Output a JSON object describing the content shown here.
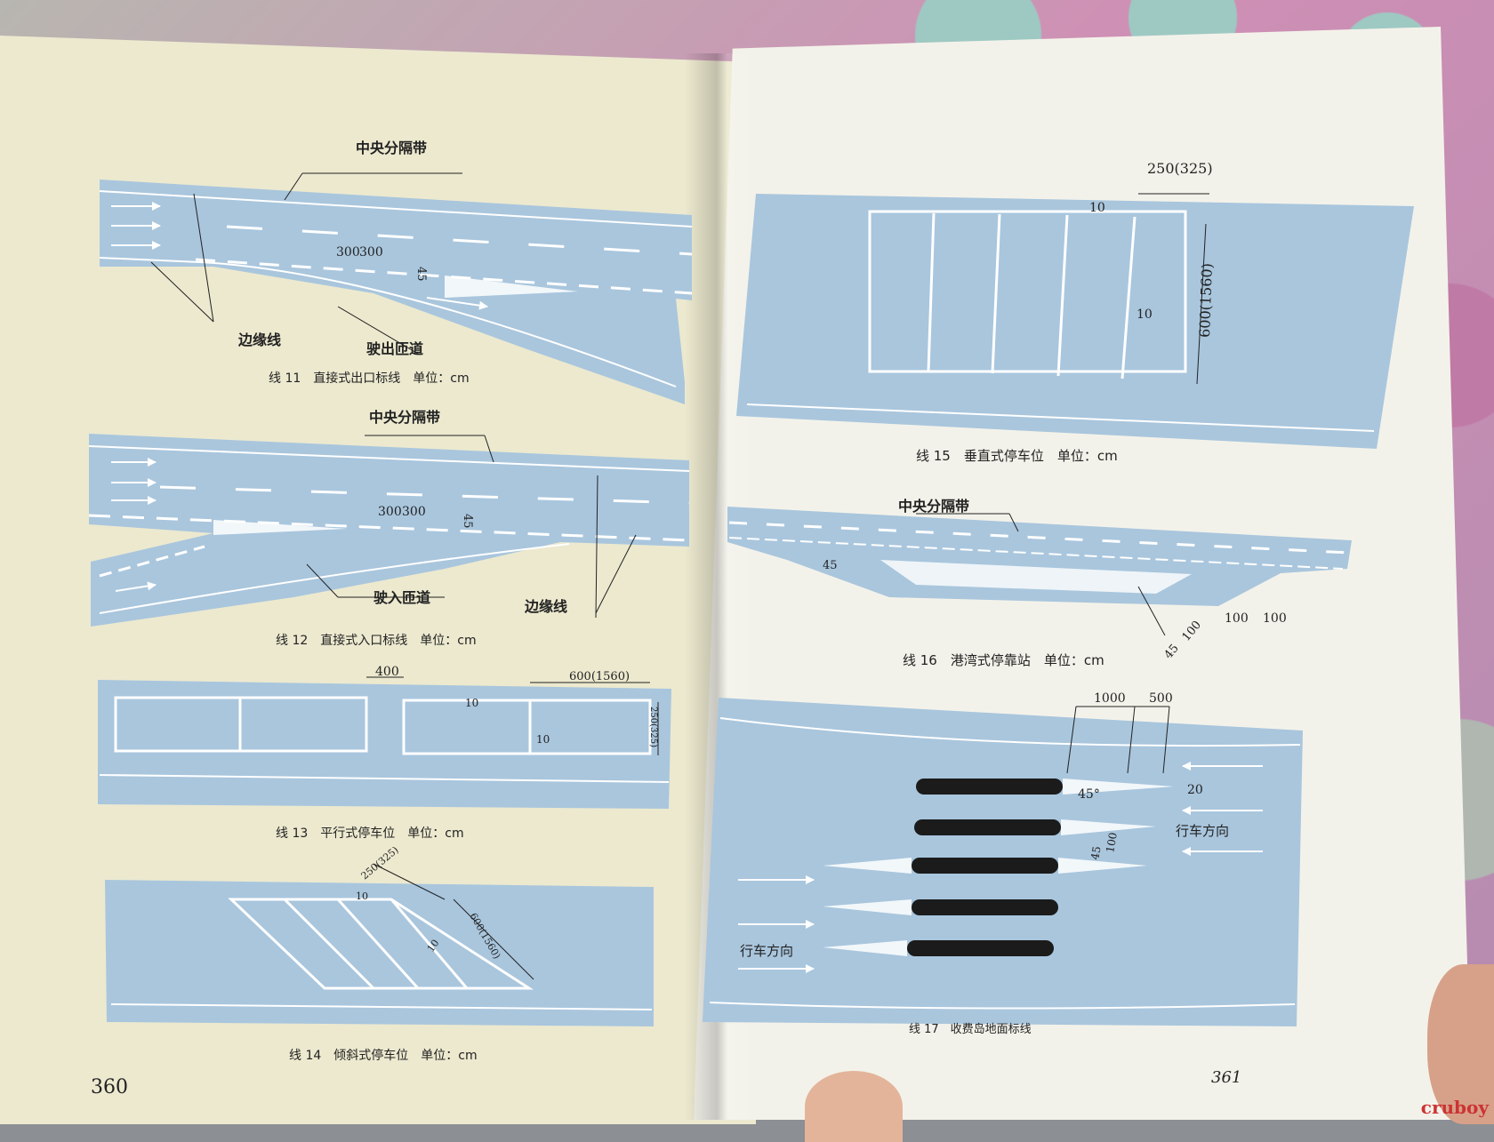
{
  "left_page": {
    "page_number": "360",
    "figures": [
      {
        "caption": "线 11　直接式出口标线　单位：cm",
        "labels": [
          "中央分隔带",
          "边缘线",
          "驶出匝道"
        ],
        "dims": [
          "300",
          "300",
          "45"
        ]
      },
      {
        "caption": "线 12　直接式入口标线　单位：cm",
        "labels": [
          "中央分隔带",
          "驶入匝道",
          "边缘线"
        ],
        "dims": [
          "300",
          "300",
          "45"
        ]
      },
      {
        "caption": "线 13　平行式停车位　单位：cm",
        "dims": [
          "400",
          "600(1560)",
          "10",
          "10",
          "250(325)"
        ]
      },
      {
        "caption": "线 14　倾斜式停车位　单位：cm",
        "dims": [
          "250(325)",
          "10",
          "10",
          "600(1560)"
        ]
      }
    ]
  },
  "right_page": {
    "page_number": "361",
    "figures": [
      {
        "caption": "线 15　垂直式停车位　单位：cm",
        "dims": [
          "250(325)",
          "10",
          "10",
          "600(1560)"
        ]
      },
      {
        "caption": "线 16　港湾式停靠站　单位：cm",
        "labels": [
          "中央分隔带"
        ],
        "dims": [
          "45",
          "45",
          "100",
          "100",
          "100"
        ]
      },
      {
        "caption": "线 17　收费岛地面标线",
        "labels": [
          "行车方向",
          "行车方向"
        ],
        "dims": [
          "1000",
          "500",
          "45°",
          "20",
          "45",
          "100"
        ]
      }
    ]
  },
  "watermark": "cruboy",
  "colors": {
    "road": "#a9c6dd",
    "marking": "#ffffff",
    "page": "#ece9cf",
    "island": "#1b1b1b"
  }
}
